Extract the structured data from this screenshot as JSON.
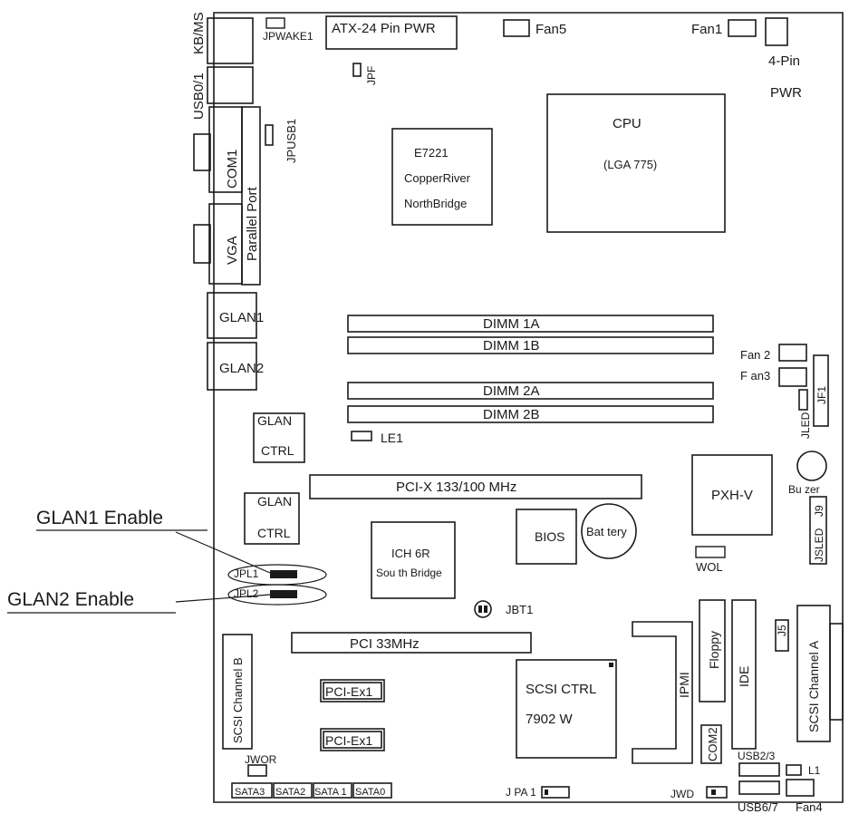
{
  "callouts": {
    "glan1_enable": "GLAN1 Enable",
    "glan2_enable": "GLAN2 Enable"
  },
  "io": {
    "kbms": "KB/MS",
    "usb01": "USB0/1",
    "com1": "COM1",
    "parallel": "Parallel Port",
    "vga": "VGA",
    "glan1": "GLAN1",
    "glan2": "GLAN2"
  },
  "top": {
    "jpwake": "JPWAKE1",
    "atx": "ATX-24 Pin PWR",
    "jpf": "JPF",
    "jpusb": "JPUSB1",
    "fan5": "Fan5",
    "fan1": "Fan1",
    "pwr4_a": "4-Pin",
    "pwr4_b": "PWR"
  },
  "chips": {
    "nb_1": "E7221",
    "nb_2": "CopperRiver",
    "nb_3": "NorthBridge",
    "cpu_1": "CPU",
    "cpu_2": "(LGA 775)",
    "pxh": "PXH-V",
    "ich_1": "ICH 6R",
    "ich_2": "Sou th Bridge",
    "bios": "BIOS",
    "battery": "Bat tery",
    "scsi_1": "SCSI CTRL",
    "scsi_2": "7902 W",
    "glanctrl_a1": "GLAN",
    "glanctrl_a2": "CTRL",
    "glanctrl_b1": "GLAN",
    "glanctrl_b2": "CTRL"
  },
  "memory": {
    "dimm1a": "DIMM 1A",
    "dimm1b": "DIMM 1B",
    "dimm2a": "DIMM 2A",
    "dimm2b": "DIMM 2B"
  },
  "slots": {
    "pcix": "PCI-X 133/100 MHz",
    "pci33": "PCI 33MHz",
    "pciex1_a": "PCI-Ex1",
    "pciex1_b": "PCI-Ex1"
  },
  "right": {
    "fan2": "Fan 2",
    "fan3": "F an3",
    "jf1": "JF1",
    "jled": "JLED",
    "buzzer": "Bu zer",
    "j9": "J9",
    "jsled": "JSLED",
    "wol": "WOL",
    "j5": "J5",
    "scsi_a": "SCSI Channel A",
    "ide": "IDE",
    "floppy": "Floppy",
    "ipmi": "IPMI",
    "com2": "COM2",
    "usb23": "USB2/3",
    "l1": "L1",
    "usb67": "USB6/7",
    "fan4": "Fan4",
    "jwd": "JWD"
  },
  "misc": {
    "le1": "LE1",
    "jpl1": "JPL1",
    "jpl2": "JPL2",
    "jbt1": "JBT1",
    "scsi_b": "SCSI Channel B",
    "jwor": "JWOR",
    "jpa1": "J PA 1",
    "sata3": "SATA3",
    "sata2": "SATA2",
    "sata1": "SATA 1",
    "sata0": "SATA0"
  }
}
